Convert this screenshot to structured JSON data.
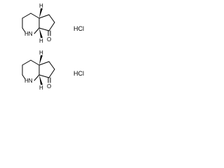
{
  "molecule_top": {
    "hydrogen_top": "H",
    "nh_label": "HN",
    "hydrogen_bottom": "H",
    "oxygen_label": "O",
    "salt_label": "HCl"
  },
  "molecule_bottom": {
    "hydrogen_top": "H",
    "nh_label": "HN",
    "hydrogen_bottom": "H",
    "oxygen_label": "O",
    "salt_label": "HCl"
  }
}
